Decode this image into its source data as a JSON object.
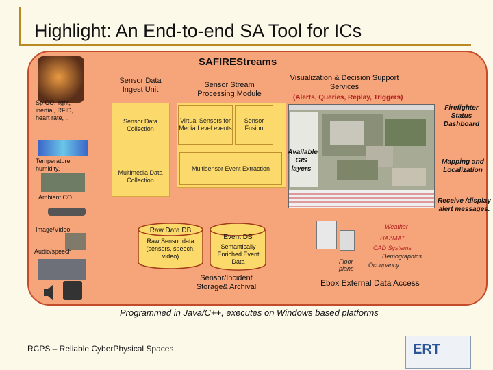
{
  "slide": {
    "title": "Highlight: An End-to-end SA Tool for ICs",
    "main_title": "SAFIREStreams",
    "ingest_unit": "Sensor Data Ingest Unit",
    "stream_module": "Sensor Stream Processing Module",
    "visualization_title": "Visualization & Decision Support Services",
    "visualization_sub": "(Alerts, Queries, Replay, Triggers)",
    "sensor_collection": "Sensor Data Collection",
    "multimedia_collection": "Multimedia Data Collection",
    "virtual_sensors": "Virtual Sensors for Media Level events",
    "sensor_fusion": "Sensor Fusion",
    "multisensor_extraction": "Multisensor Event Extraction",
    "gis_layers": "Available GIS layers",
    "firefighter_dashboard": "Firefighter Status Dashboard",
    "mapping_localization": "Mapping and Localization",
    "receive_alerts": "Receive /display alert messages.",
    "left_inputs": {
      "spo_line": "Sp CO, light, inertial, RFID, heart rate, ..",
      "temperature": "Temperature humidity,",
      "ambient": "Ambient CO",
      "image_video": "Image/Video",
      "audio_speech": "Audio/speech"
    },
    "raw_db_title": "Raw Data DB",
    "raw_db_content": "Raw Sensor data (sensors, speech, video)",
    "event_db_title": "Event DB",
    "event_db_content": "Semantically Enriched Event Data",
    "storage_label": "Sensor/Incident Storage& Archival",
    "external": {
      "weather": "Weather",
      "hazmat": "HAZMAT",
      "cad": "CAD Systems",
      "demographics": "Demographics",
      "floor_plans": "Floor plans",
      "occupancy": "Occupancy",
      "label": "Ebox External Data Access"
    },
    "programmed": "Programmed in Java/C++, executes on Windows based platforms",
    "footer_bold": "RCPS",
    "footer_rest": " – Reliable CyberPhysical Spaces",
    "logo_text": "ERT"
  }
}
